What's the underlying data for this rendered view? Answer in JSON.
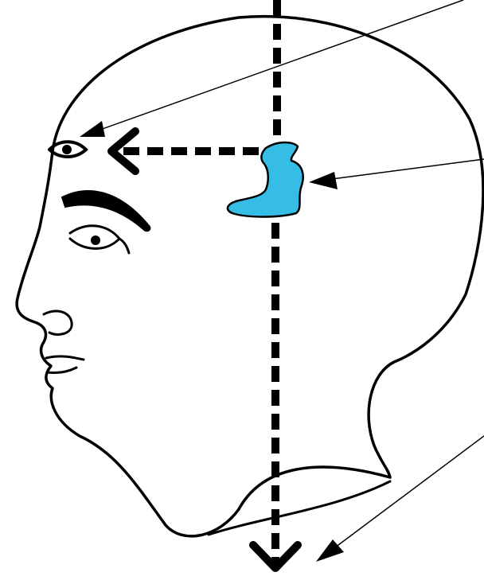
{
  "diagram": {
    "subject": "head-profile",
    "colors": {
      "background": "#ffffff",
      "outline": "#000000",
      "gland": "#35bde6"
    },
    "elements": {
      "head_outline": "head-outline",
      "third_eye": "third-eye-icon",
      "gland": "pineal-gland-shape",
      "vertical_path": "dashed-vertical-arrow",
      "horizontal_path": "dashed-horizontal-arrow",
      "pointers": [
        "pointer-to-third-eye",
        "pointer-to-gland",
        "pointer-to-base"
      ]
    }
  }
}
